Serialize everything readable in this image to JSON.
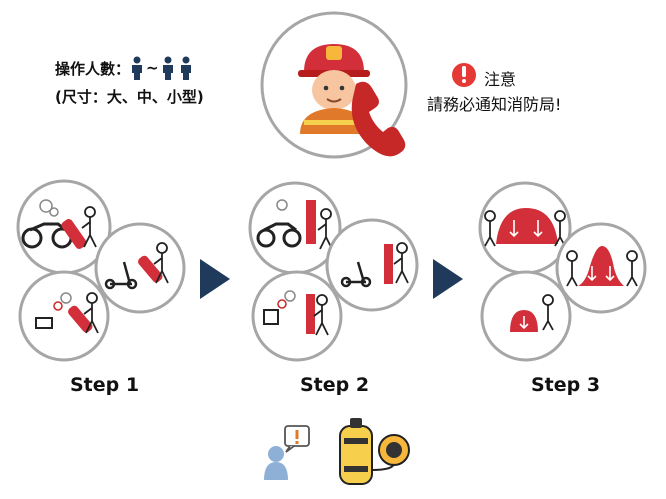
{
  "operators": {
    "label": "操作人數：",
    "range_sep": "~",
    "size_note": "(尺寸：大、中、小型)"
  },
  "notice": {
    "title": "注意",
    "body": "請務必通知消防局!",
    "icon": "exclamation-circle-icon",
    "icon_color": "#e53935"
  },
  "steps": [
    {
      "label": "Step 1"
    },
    {
      "label": "Step 2"
    },
    {
      "label": "Step 3"
    }
  ],
  "colors": {
    "extinguisher_red": "#d32f3a",
    "arrow_navy": "#1f3a5a",
    "circle_border": "#a6a6a6",
    "person_navy": "#1f3a5a"
  }
}
